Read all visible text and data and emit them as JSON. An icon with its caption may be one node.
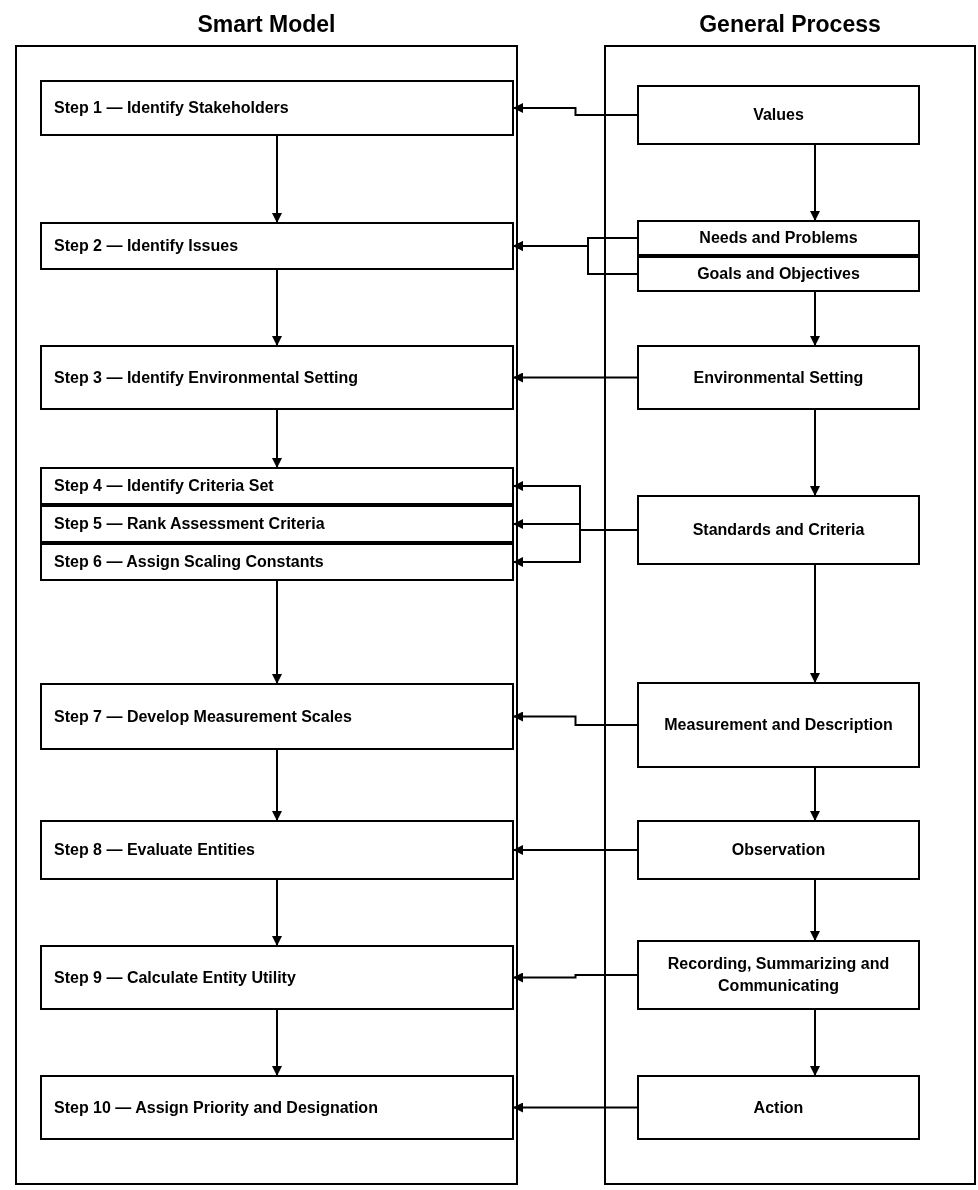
{
  "diagram": {
    "nodes": [
      {
        "text": [
          "Smart Model"
        ]
      },
      {
        "text": [
          "Step 1 — Identify Stakeholders"
        ],
        "in": 0
      },
      {
        "text": [
          "Step 2 — Identify Issues"
        ],
        "in": 0
      },
      {
        "text": [
          "Step 3 — Identify Environmental Setting"
        ],
        "in": 0
      },
      {
        "text": [
          "Step 4 — Identify Criteria Set"
        ],
        "in": 0
      },
      {
        "text": [
          "Step 5 — Rank Assessment Criteria"
        ],
        "in": 0
      },
      {
        "text": [
          "Step 6 — Assign Scaling Constants"
        ],
        "in": 0
      },
      {
        "text": [
          "Step 7 — Develop Measurement Scales"
        ],
        "in": 0
      },
      {
        "text": [
          "Step 8 — Evaluate Entities"
        ],
        "in": 0
      },
      {
        "text": [
          "Step 9 — Calculate Entity Utility"
        ],
        "in": 0
      },
      {
        "text": [
          "Step 10 — Assign Priority and Designation"
        ],
        "in": 0
      },
      {
        "text": [
          "General Process"
        ]
      },
      {
        "text": [
          "Values"
        ],
        "in": 11
      },
      {
        "text": [
          "Needs and Problems"
        ],
        "in": 11
      },
      {
        "text": [
          "Goals and Objectives"
        ],
        "in": 11
      },
      {
        "text": [
          "Environmental Setting"
        ],
        "in": 11
      },
      {
        "text": [
          "Standards and Criteria"
        ],
        "in": 11
      },
      {
        "text": [
          "Measurement and Description"
        ],
        "in": 11
      },
      {
        "text": [
          "Observation"
        ],
        "in": 11
      },
      {
        "text": [
          "Recording, Summarizing and Communicating"
        ],
        "in": 11
      },
      {
        "text": [
          "Action"
        ],
        "in": 11
      }
    ],
    "edges": [
      {
        "from": 1,
        "to": 2,
        "arrow": "to"
      },
      {
        "from": 2,
        "to": 3,
        "arrow": "to"
      },
      {
        "from": 3,
        "to": 4,
        "arrow": "to"
      },
      {
        "from": 6,
        "to": 7,
        "arrow": "to"
      },
      {
        "from": 7,
        "to": 8,
        "arrow": "to"
      },
      {
        "from": 8,
        "to": 9,
        "arrow": "to"
      },
      {
        "from": 9,
        "to": 10,
        "arrow": "to"
      },
      {
        "from": 12,
        "to": 13,
        "arrow": "to"
      },
      {
        "from": 14,
        "to": 15,
        "arrow": "to"
      },
      {
        "from": 15,
        "to": 16,
        "arrow": "to"
      },
      {
        "from": 16,
        "to": 17,
        "arrow": "to"
      },
      {
        "from": 17,
        "to": 18,
        "arrow": "to"
      },
      {
        "from": 18,
        "to": 19,
        "arrow": "to"
      },
      {
        "from": 19,
        "to": 20,
        "arrow": "to"
      },
      {
        "from": 12,
        "to": 1,
        "arrow": "to"
      },
      {
        "from": 13,
        "to": 2,
        "arrow": "to"
      },
      {
        "from": 14,
        "to": 2,
        "arrow": "to"
      },
      {
        "from": 15,
        "to": 3,
        "arrow": "to"
      },
      {
        "from": 16,
        "to": 4,
        "arrow": "to"
      },
      {
        "from": 16,
        "to": 5,
        "arrow": "to"
      },
      {
        "from": 16,
        "to": 6,
        "arrow": "to"
      },
      {
        "from": 17,
        "to": 7,
        "arrow": "to"
      },
      {
        "from": 18,
        "to": 8,
        "arrow": "to"
      },
      {
        "from": 19,
        "to": 9,
        "arrow": "to"
      },
      {
        "from": 20,
        "to": 10,
        "arrow": "to"
      }
    ]
  }
}
